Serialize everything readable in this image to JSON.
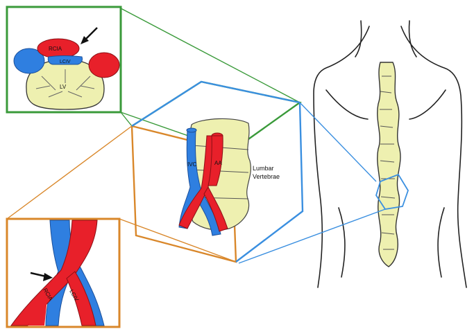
{
  "labels": {
    "top_rcia": "RCIA",
    "top_lciv": "LCIV",
    "top_lv": "LV",
    "center_ivc": "IVC",
    "center_aa": "AA",
    "center_lumbar_line1": "Lumbar",
    "center_lumbar_line2": "Vertebrae",
    "bottom_rcia": "RCIA",
    "bottom_lciv": "LCIV"
  },
  "colors": {
    "artery": "#e8202a",
    "vein": "#2f7fe0",
    "bone": "#eef0b0",
    "green_frame": "#3a9a3a",
    "blue_frame": "#3a8fe0",
    "orange_frame": "#d9872a",
    "outline": "#222222"
  },
  "icons": {
    "top_arrow": "arrow-icon",
    "bottom_arrow": "arrow-icon"
  }
}
